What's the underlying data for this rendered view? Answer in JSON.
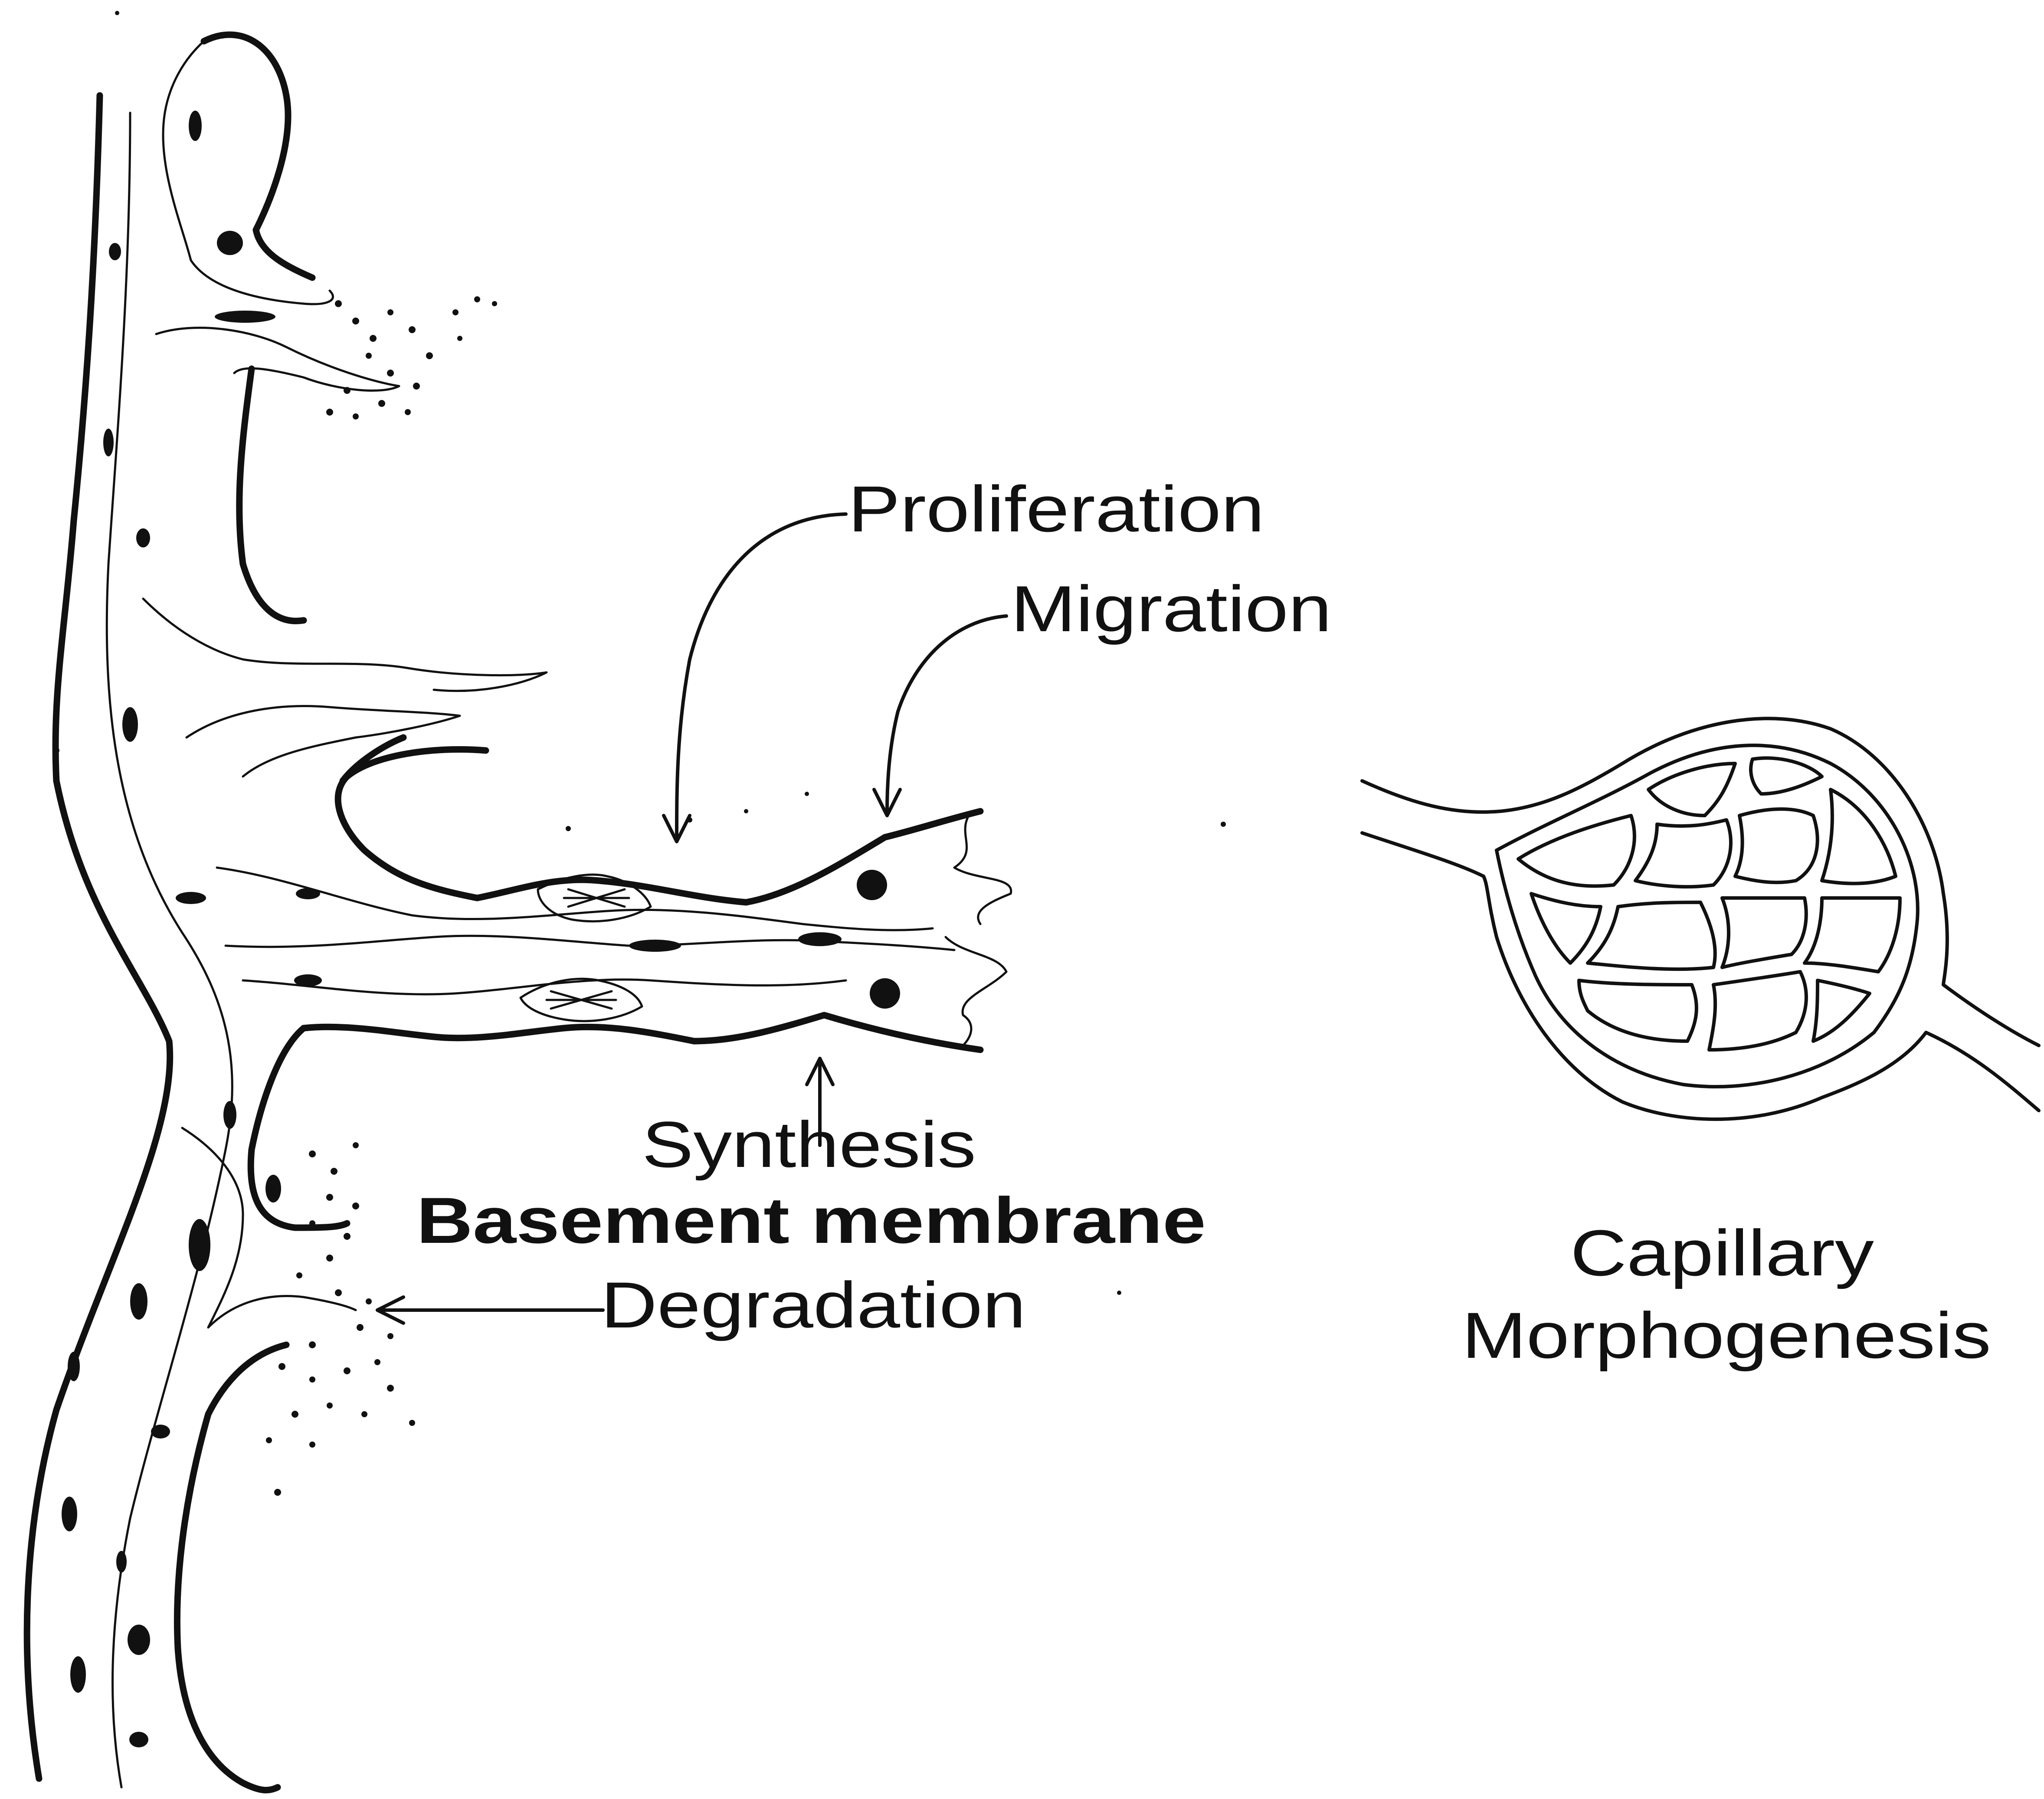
{
  "labels": {
    "proliferation": "Proliferation",
    "migration": "Migration",
    "synthesis": "Synthesis",
    "basement_membrane": "Basement membrane",
    "degradation": "Degradation",
    "capillary_line1": "Capillary",
    "capillary_line2": "Morphogenesis"
  },
  "colors": {
    "ink": "#111111",
    "background": "#ffffff"
  }
}
